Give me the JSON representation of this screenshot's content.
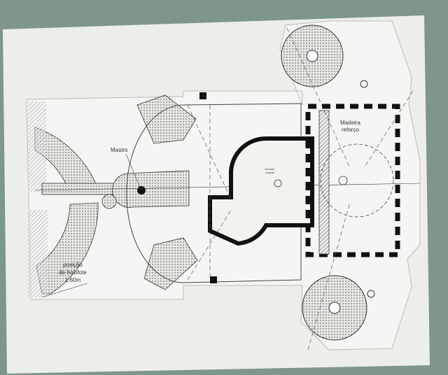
{
  "labels": {
    "mast": "Mastro",
    "wood": [
      "Madeira",
      "reforço"
    ],
    "searchlight": [
      "posição",
      "de holofote",
      "1.60m"
    ],
    "small_note": [
      "chumaz",
      "conjunt"
    ]
  },
  "colors": {
    "mat": "#7f968a",
    "board": "#eef0ea",
    "paper": "#f4f5f2",
    "ink": "#1a1a1a"
  }
}
